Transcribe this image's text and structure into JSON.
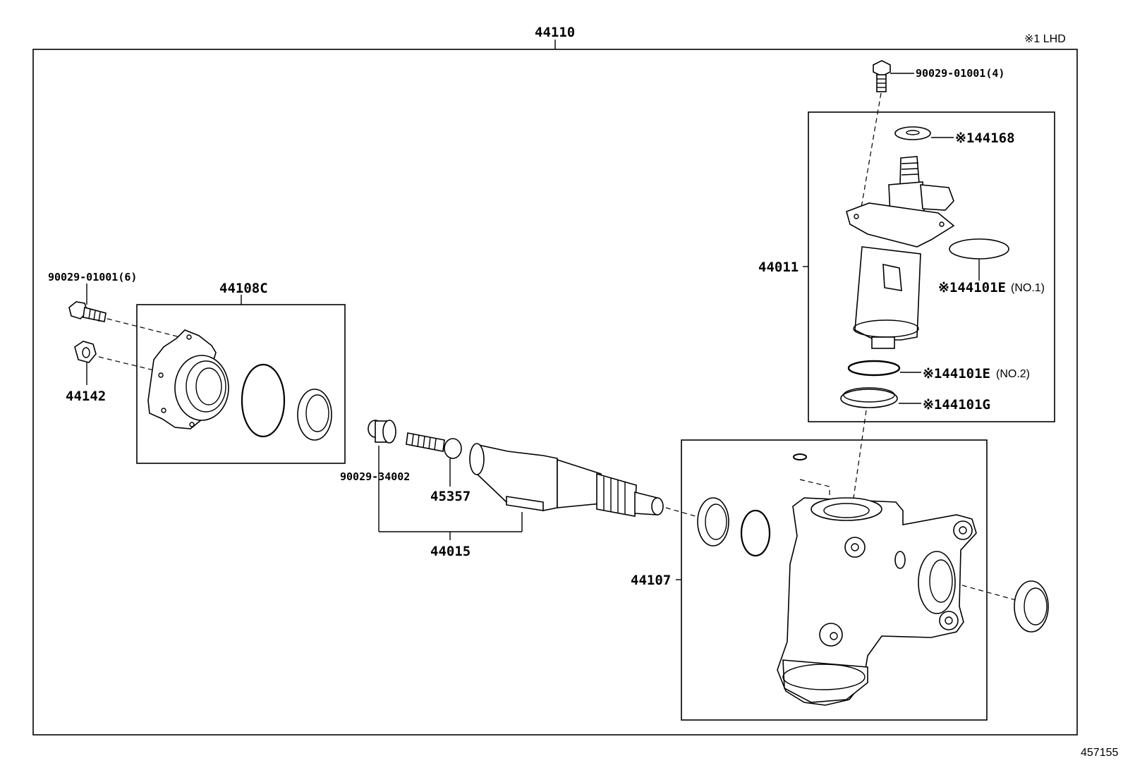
{
  "diagram": {
    "assembly_number": "44110",
    "note": "※1 LHD",
    "figure_id": "457155",
    "callouts": {
      "bolt_top": "90029-01001(4)",
      "ring_top": "※144168",
      "valve_assy": "44011",
      "oring_no1": "※144101E",
      "oring_no1_suffix": "(NO.1)",
      "oring_no2": "※144101E",
      "oring_no2_suffix": "(NO.2)",
      "seal_g": "※144101G",
      "bolt_left": "90029-01001(6)",
      "nut_left": "44142",
      "cover_kit": "44108C",
      "plug": "90029-34002",
      "adjust_screw": "45357",
      "sector_shaft": "44015",
      "housing": "44107"
    }
  }
}
